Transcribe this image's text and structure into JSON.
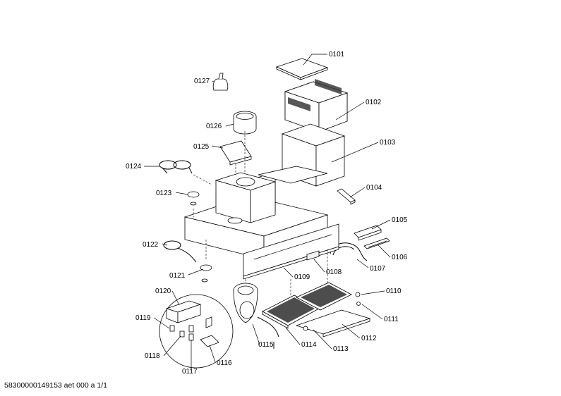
{
  "callouts": [
    {
      "id": "0101",
      "label": "0101"
    },
    {
      "id": "0102",
      "label": "0102"
    },
    {
      "id": "0103",
      "label": "0103"
    },
    {
      "id": "0104",
      "label": "0104"
    },
    {
      "id": "0105",
      "label": "0105"
    },
    {
      "id": "0106",
      "label": "0106"
    },
    {
      "id": "0107",
      "label": "0107"
    },
    {
      "id": "0108",
      "label": "0108"
    },
    {
      "id": "0109",
      "label": "0109"
    },
    {
      "id": "0110",
      "label": "0110"
    },
    {
      "id": "0111",
      "label": "0111"
    },
    {
      "id": "0112",
      "label": "0112"
    },
    {
      "id": "0113",
      "label": "0113"
    },
    {
      "id": "0114",
      "label": "0114"
    },
    {
      "id": "0115",
      "label": "0115"
    },
    {
      "id": "0116",
      "label": "0116"
    },
    {
      "id": "0117",
      "label": "0117"
    },
    {
      "id": "0118",
      "label": "0118"
    },
    {
      "id": "0119",
      "label": "0119"
    },
    {
      "id": "0120",
      "label": "0120"
    },
    {
      "id": "0121",
      "label": "0121"
    },
    {
      "id": "0122",
      "label": "0122"
    },
    {
      "id": "0123",
      "label": "0123"
    },
    {
      "id": "0124",
      "label": "0124"
    },
    {
      "id": "0125",
      "label": "0125"
    },
    {
      "id": "0126",
      "label": "0126"
    },
    {
      "id": "0127",
      "label": "0127"
    }
  ],
  "footer": {
    "text": "58300000149153 aet 000 a 1/1"
  }
}
